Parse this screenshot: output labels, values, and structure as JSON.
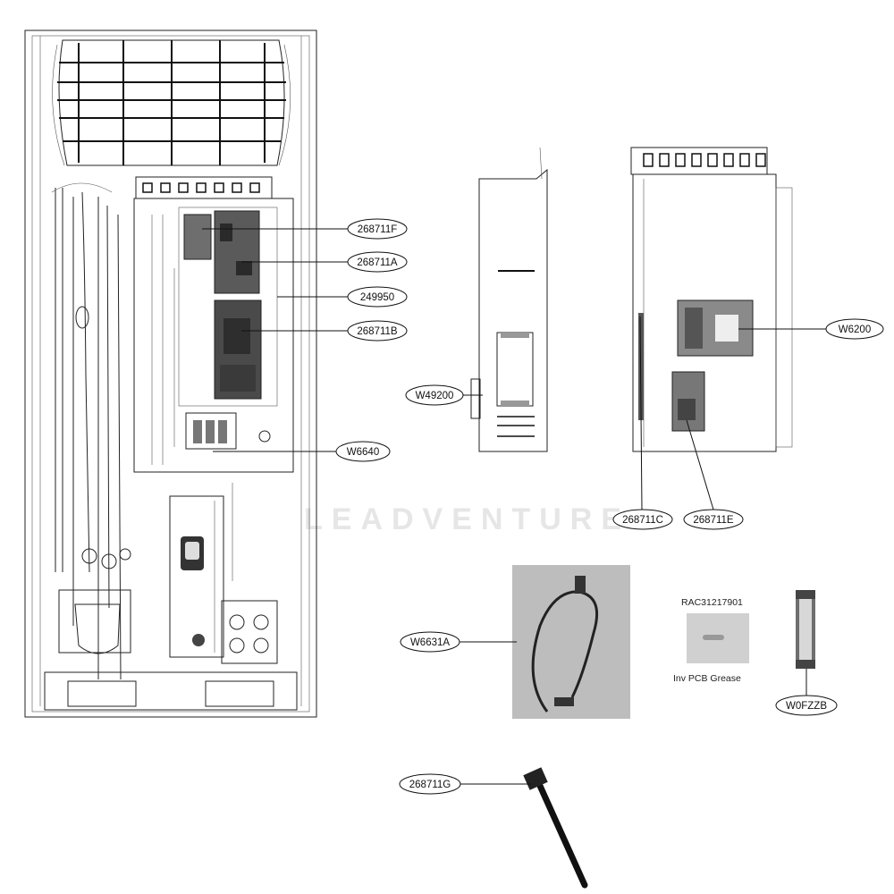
{
  "callouts": {
    "c268711F": "268711F",
    "c268711A": "268711A",
    "c249950": "249950",
    "c268711B": "268711B",
    "cW6640": "W6640",
    "cW49200": "W49200",
    "cW6200": "W6200",
    "c268711C": "268711C",
    "c268711E": "268711E",
    "cW6631A": "W6631A",
    "cW0FZZB": "W0FZZB",
    "c268711G": "268711G"
  },
  "grease": {
    "part_no": "RAC31217901",
    "caption": "Inv  PCB Grease"
  },
  "watermark": "LEADVENTURE"
}
